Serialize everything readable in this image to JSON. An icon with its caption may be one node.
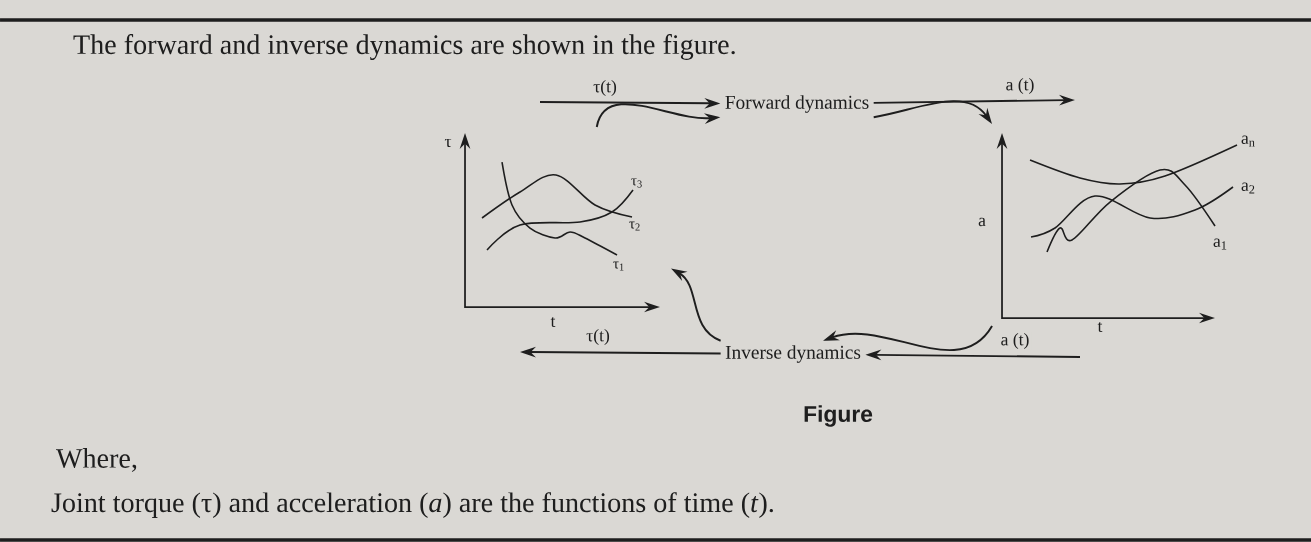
{
  "diagram": {
    "title": "The forward and inverse dynamics are shown in the figure.",
    "caption": "Figure",
    "nodes": [
      {
        "text": [
          "Forward dynamics"
        ]
      },
      {
        "text": [
          "Inverse dynamics"
        ]
      },
      {
        "text": [],
        "shape": "picture"
      },
      {
        "text": [],
        "shape": "picture"
      }
    ],
    "edges": [
      {
        "from": null,
        "to": 0,
        "arrow": "to",
        "label": "τ(t)"
      },
      {
        "from": 0,
        "to": null,
        "arrow": "to",
        "label": "a (t)"
      },
      {
        "from": 2,
        "to": 0,
        "arrow": "to"
      },
      {
        "from": 0,
        "to": 3,
        "arrow": "to"
      },
      {
        "from": 3,
        "to": 1,
        "arrow": "to"
      },
      {
        "from": 1,
        "to": 2,
        "arrow": "to"
      },
      {
        "from": null,
        "to": 1,
        "arrow": "to",
        "label": "a (t)"
      },
      {
        "from": 1,
        "to": null,
        "arrow": "to",
        "label": "τ(t)"
      }
    ],
    "labels": [
      "τ",
      "τ$_{3}$",
      "τ$_{2}$",
      "τ$_{1}$",
      "t",
      "a$_{n}$",
      "a$_{2}$",
      "a",
      "a$_{1}$",
      "t",
      "Where,",
      "Joint torque (τ) and acceleration (*a*) are the functions of time (*t*)."
    ]
  }
}
